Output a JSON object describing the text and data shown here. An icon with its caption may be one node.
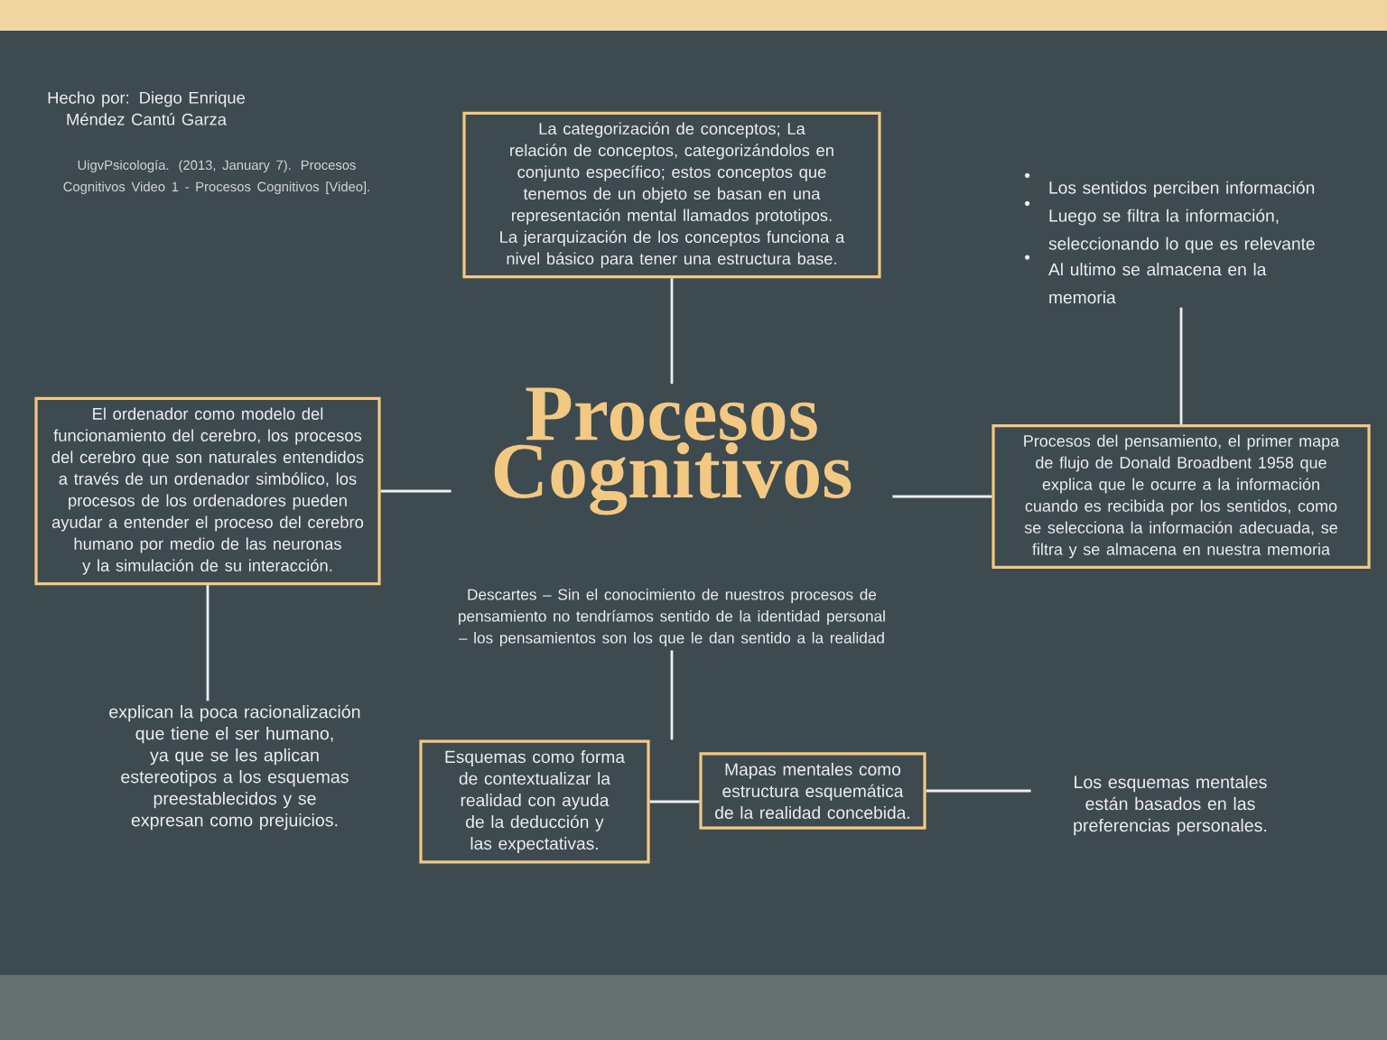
{
  "diagram": {
    "nodes": [
      {
        "text": [
          "La categorización de conceptos; La relación de conceptos, categorizándolos en conjunto específico; estos conceptos que tenemos de un objeto se basan en una representación mental llamados prototipos. La jerarquización de los conceptos funciona a nivel básico para tener una estructura base."
        ]
      },
      {
        "text": [
          "El ordenador como modelo del funcionamiento del cerebro, los procesos del cerebro que son naturales entendidos a través de un ordenador simbólico, los procesos de los ordenadores pueden ayudar a entender el proceso del cerebro humano por medio de las neuronas y la simulación de su interacción."
        ]
      },
      {
        "text": [
          "Procesos Cognitivos"
        ]
      },
      {
        "text": [
          "Procesos del pensamiento, el primer mapa de flujo de Donald Broadbent 1958 que explica que le ocurre a la información cuando es recibida por los sentidos, como se selecciona la información adecuada, se filtra y se almacena en nuestra memoria"
        ]
      },
      {
        "text": [
          "Los sentidos perciben información",
          "Luego se filtra la información, seleccionando lo que es relevante",
          "Al ultimo se almacena en la memoria"
        ]
      },
      {
        "text": [
          "explican la poca racionalización que tiene el ser humano, ya que se les aplican estereotipos a los esquemas preestablecidos y se expresan como prejuicios."
        ]
      },
      {
        "text": [
          "Descartes – Sin el conocimiento de nuestros procesos de pensamiento no tendríamos sentido de la identidad personal – los pensamientos son los que le dan sentido a la realidad"
        ]
      },
      {
        "text": [
          "Esquemas como forma de contextualizar la realidad con ayuda de la deducción y las expectativas."
        ]
      },
      {
        "text": [
          "Mapas mentales como estructura esquemática de la realidad concebida."
        ]
      },
      {
        "text": [
          "Los esquemas mentales están basados en las preferencias personales."
        ]
      }
    ],
    "edges": [
      {
        "from": 0,
        "to": 2,
        "arrow": "none"
      },
      {
        "from": 1,
        "to": 2,
        "arrow": "none"
      },
      {
        "from": 2,
        "to": 3,
        "arrow": "none"
      },
      {
        "from": 4,
        "to": 3,
        "arrow": "none"
      },
      {
        "from": 1,
        "to": 5,
        "arrow": "none"
      },
      {
        "from": 6,
        "to": 7,
        "arrow": "none"
      },
      {
        "from": 7,
        "to": 8,
        "arrow": "none"
      },
      {
        "from": 8,
        "to": 9,
        "arrow": "none"
      }
    ],
    "labels": [
      "Hecho por: Diego Enrique Méndez Cantú Garza",
      "UigvPsicología. (2013, January 7). Procesos Cognitivos Video 1 - Procesos Cognitivos [Video]."
    ]
  }
}
